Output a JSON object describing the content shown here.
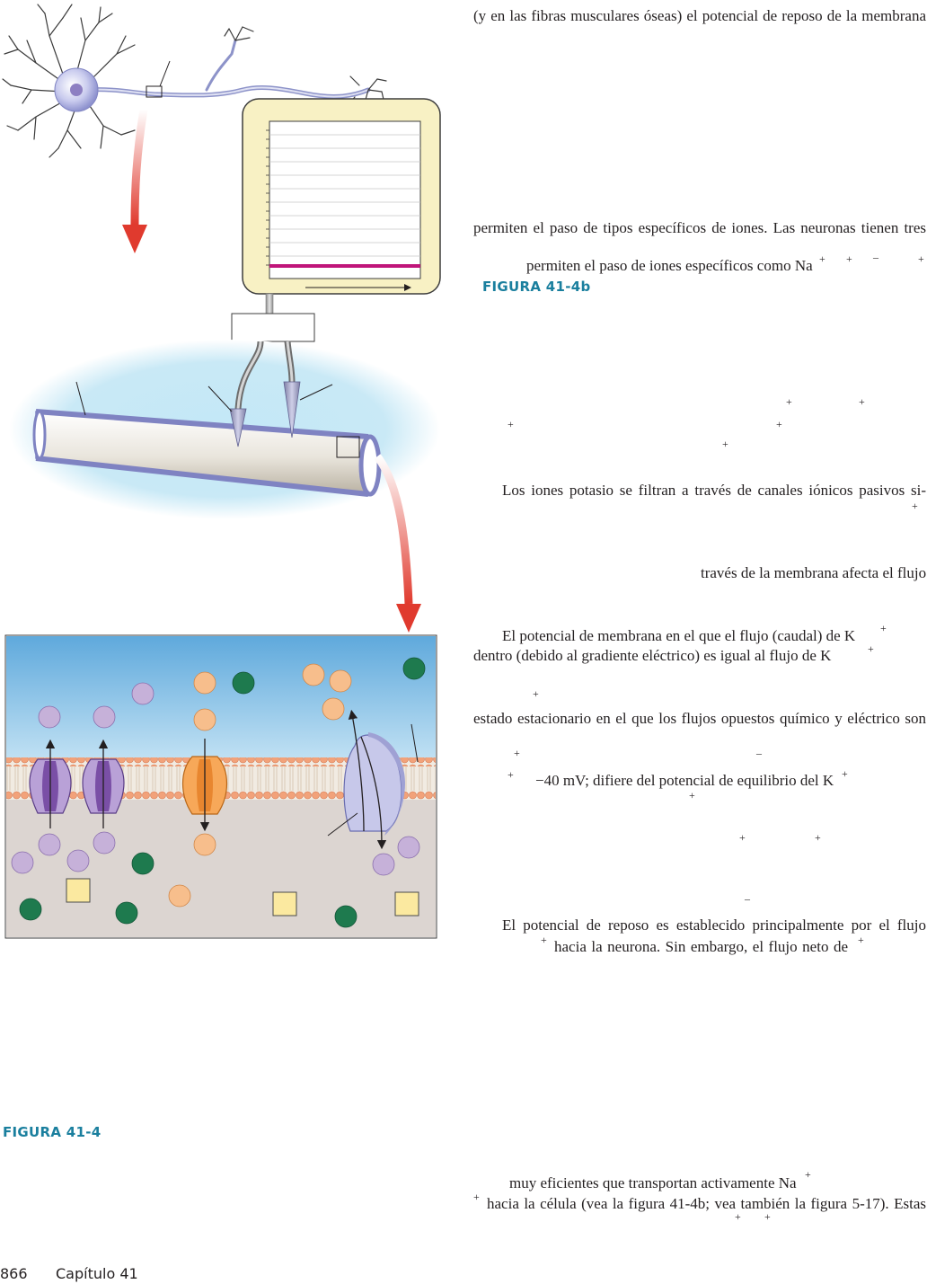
{
  "text_lines": [
    "(y en las fibras musculares óseas) el potencial de reposo de la membrana",
    "permiten el paso de tipos específicos de iones. Las neuronas tienen tres",
    "permiten el paso de iones específicos como Na",
    "Los iones potasio se filtran a través de canales iónicos pasivos si-",
    "través de la membrana afecta el flujo",
    "El potencial de membrana en el que el flujo (caudal) de K",
    "dentro (debido al gradiente eléctrico) es igual al flujo de K",
    "estado estacionario en el que los flujos opuestos químico y eléctrico son",
    "−40 mV; difiere del potencial de equilibrio del K",
    "El potencial de reposo es establecido principalmente por el flujo",
    "hacia la neurona. Sin embargo, el flujo neto de",
    "muy eficientes que transportan activamente Na",
    "hacia la célula (vea la figura 41-4b; vea también la figura 5-17). Estas"
  ],
  "symbols": {
    "plus": "+",
    "minus": "–"
  },
  "figure_labels": {
    "fig_b": "FIGURA 41-4b",
    "fig": "FIGURA 41-4"
  },
  "footer": {
    "page_number": "866",
    "chapter": "Capítulo 41"
  },
  "colors": {
    "figure_label": "#1a7f9e",
    "trace": "#c0157a",
    "arrow_red": "#e03a2e",
    "potassium_ion": "#c6b1d9",
    "sodium_ion": "#f7be8c",
    "chloride_ion": "#1e7a4e",
    "protein_anion": "#fbe9a0"
  }
}
